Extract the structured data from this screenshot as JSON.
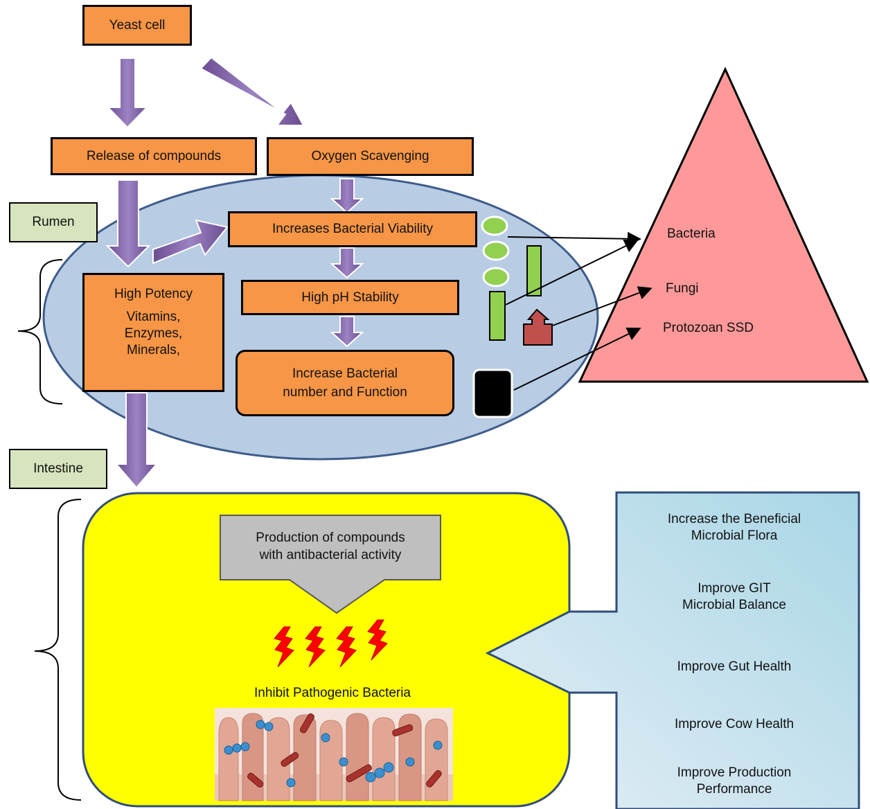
{
  "flow": {
    "yeast_cell": "Yeast cell",
    "release_compounds": "Release of compounds",
    "oxygen_scavenging": "Oxygen Scavenging",
    "increases_viability": "Increases Bacterial Viability",
    "high_ph_stability": "High pH Stability",
    "increase_number_line1": "Increase Bacterial",
    "increase_number_line2": "number and Function",
    "high_potency_title": "High Potency",
    "high_potency_items": [
      "Vitamins,",
      "Enzymes,",
      "Minerals,"
    ]
  },
  "regions": {
    "rumen": "Rumen",
    "intestine": "Intestine"
  },
  "pyramid": {
    "bacteria": "Bacteria",
    "fungi": "Fungi",
    "protozoa": "Protozoan SSD"
  },
  "intestine": {
    "production_line1": "Production of compounds",
    "production_line2": "with antibacterial activity",
    "inhibit": "Inhibit Pathogenic Bacteria"
  },
  "benefits": [
    [
      "Increase the Beneficial",
      "Microbial Flora"
    ],
    [
      "Improve GIT",
      "Microbial Balance"
    ],
    [
      "Improve Gut Health"
    ],
    [
      "Improve Cow Health"
    ],
    [
      "Improve Production",
      "Performance"
    ]
  ],
  "colors": {
    "orange_box": "#F79646",
    "rumen_ellipse": "#B8CCE4",
    "pyramid": "#FF9999",
    "intestine_panel": "#FFFF00",
    "arrow_purple": "#8064A2",
    "bacteria_green": "#92D050",
    "fungi_red": "#C0504D",
    "benefit_panel": "#B7DEE8"
  }
}
